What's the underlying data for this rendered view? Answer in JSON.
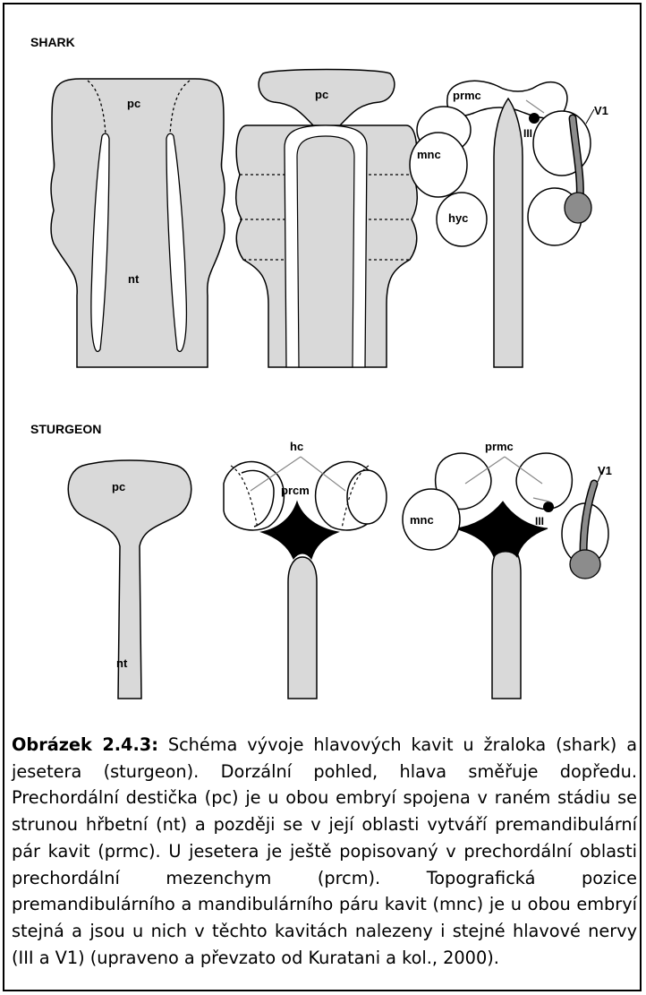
{
  "diagram": {
    "shark": {
      "title": "SHARK",
      "panel1": {
        "pc": "pc",
        "nt": "nt"
      },
      "panel2": {
        "pc": "pc"
      },
      "panel3": {
        "prmc": "prmc",
        "mnc": "mnc",
        "hyc": "hyc",
        "iii": "III",
        "v1": "V1"
      }
    },
    "sturgeon": {
      "title": "STURGEON",
      "panel1": {
        "pc": "pc",
        "nt": "nt"
      },
      "panel2": {
        "hc": "hc",
        "prcm": "prcm"
      },
      "panel3": {
        "prmc": "prmc",
        "mnc": "mnc",
        "iii": "III",
        "v1": "V1"
      }
    }
  },
  "caption": {
    "label": "Obrázek 2.4.3:",
    "text": "Schéma vývoje hlavových kavit u žraloka (shark) a jesetera (sturgeon). Dorzální pohled, hlava směřuje dopředu. Prechordální destička (pc) je u obou embryí spojena v raném stádiu se strunou hřbetní (nt) a později se v její oblasti vytváří premandibulární pár kavit (prmc). U jesetera je ještě popisovaný v prechordální oblasti prechordální mezenchym (prcm). Topografická pozice premandibulárního a mandibulárního páru kavit (mnc) je u obou embryí stejná a jsou u nich v těchto kavitách nalezeny i stejné hlavové nervy (III a V1) (upraveno a převzato od Kuratani a kol., 2000)."
  },
  "colors": {
    "fill": "#d9d9d9",
    "stroke": "#000000",
    "nerve": "#8c8c8c",
    "dark": "#000000"
  }
}
